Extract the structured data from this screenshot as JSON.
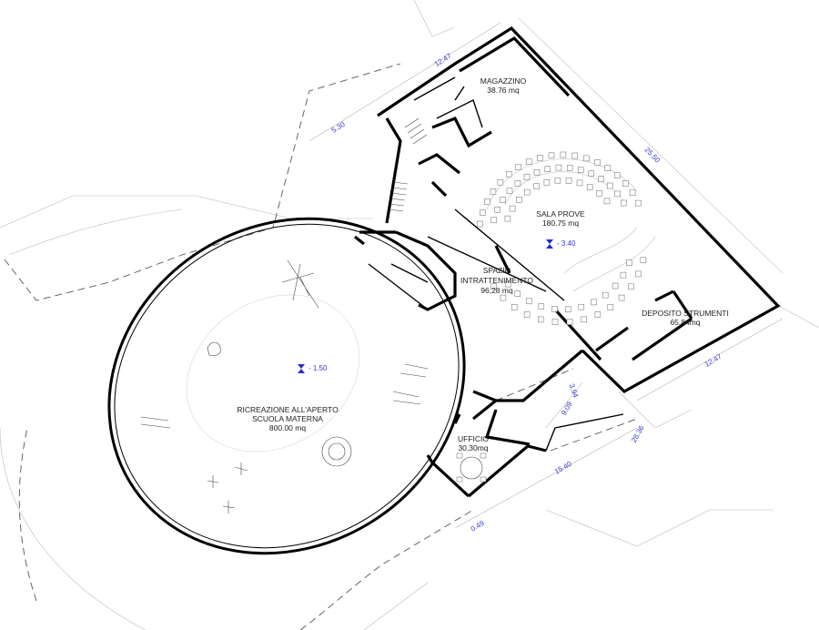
{
  "rooms": {
    "magazzino": {
      "name": "MAGAZZINO",
      "area": "38.76 mq"
    },
    "sala_prove": {
      "name": "SALA PROVE",
      "area": "180.75 mq"
    },
    "spazio": {
      "name_line1": "SPAZIO",
      "name_line2": "INTRATTENIMENTO",
      "area": "96,28 mq"
    },
    "deposito": {
      "name": "DEPOSITO STRUMENTI",
      "area": "65.84mq"
    },
    "ricreazione": {
      "name_line1": "RICREAZIONE ALL'APERTO",
      "name_line2": "SCUOLA MATERNA",
      "area": "800.00 mq"
    },
    "ufficio": {
      "name": "UFFICIO",
      "area": "30,30mq"
    }
  },
  "levels": {
    "sala": "- 3.40",
    "ricreazione": "- 1.50"
  },
  "dimensions": {
    "top": "12.47",
    "left_top": "5.30",
    "right": "25.50",
    "right_bottom": "12.47",
    "bottom_right": "28.36",
    "bottom": "15.40",
    "bottom_small": "9.09",
    "corner": "0.49",
    "stair": "3.94"
  }
}
